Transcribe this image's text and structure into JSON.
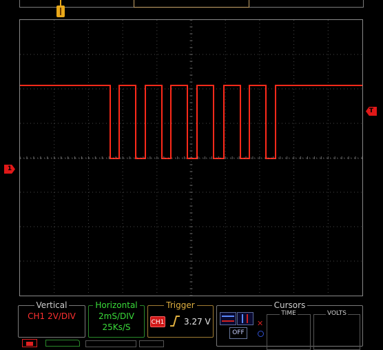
{
  "colors": {
    "trace": "#ff2a1a",
    "grid": "#4a4a4a",
    "frame": "#8a8a8a",
    "vertical_accent": "#ff3030",
    "horizontal_accent": "#3adc3a",
    "trigger_accent": "#e0b040"
  },
  "markers": {
    "channel_left": "1",
    "trigger_right": "T"
  },
  "vertical": {
    "title": "Vertical",
    "setting": "CH1 2V/DIV"
  },
  "horizontal": {
    "title": "Horizontal",
    "time_div": "2mS/DIV",
    "sample_rate": "25Ks/S"
  },
  "trigger": {
    "title": "Trigger",
    "source": "CH1",
    "level": "3.27 V"
  },
  "cursors": {
    "title": "Cursors",
    "off_label": "OFF",
    "time_label": "TIME",
    "volts_label": "VOLTS"
  }
}
